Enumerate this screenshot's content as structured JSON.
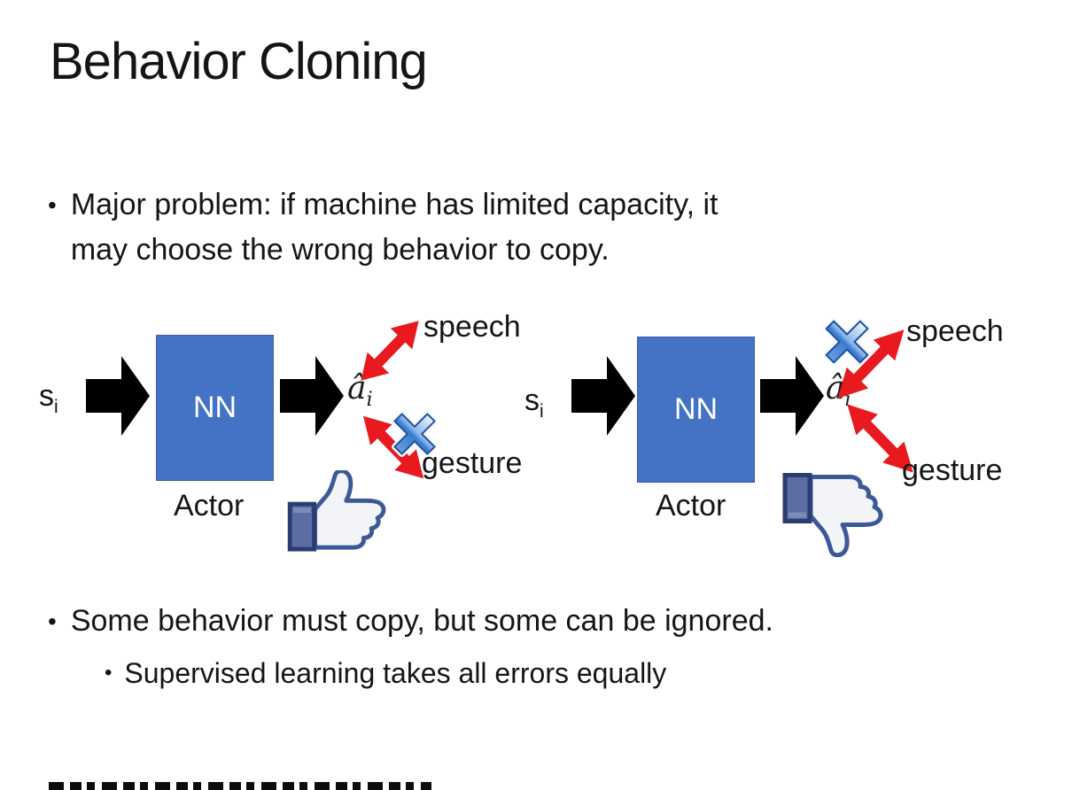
{
  "slide": {
    "title": "Behavior Cloning",
    "bullet_char": "•",
    "bullet1_line1": "Major problem: if machine has limited capacity, it",
    "bullet1_line2": "may choose the wrong behavior to copy.",
    "bullet2": "Some behavior must copy, but some can be ignored.",
    "bullet2_sub": "Supervised learning takes all errors equally"
  },
  "diagram": {
    "input_main": "s",
    "input_sub": "i",
    "nn_label": "NN",
    "actor_label": "Actor",
    "output_main": "â",
    "output_sub": "i",
    "speech_label": "speech",
    "gesture_label": "gesture",
    "left_crossed_out": "gesture",
    "right_crossed_out": "speech",
    "left_feedback": "thumbs-up",
    "right_feedback": "thumbs-down"
  },
  "icons": {
    "flow_arrow": "black-right-arrow",
    "relation_arrow": "red-double-headed-arrow",
    "cross": "blue-x-cross",
    "thumbs_up": "facebook-like",
    "thumbs_down": "facebook-dislike"
  },
  "colors": {
    "background": "#ffffff",
    "text": "#151515",
    "nn_box": "#4472C4",
    "nn_text": "#ffffff",
    "flow_arrow": "#000000",
    "relation_arrow": "#e8191f",
    "cross_blue": "#4a8fd3",
    "thumb_outline": "#3b5998",
    "thumb_cuff": "#5b6da4"
  }
}
